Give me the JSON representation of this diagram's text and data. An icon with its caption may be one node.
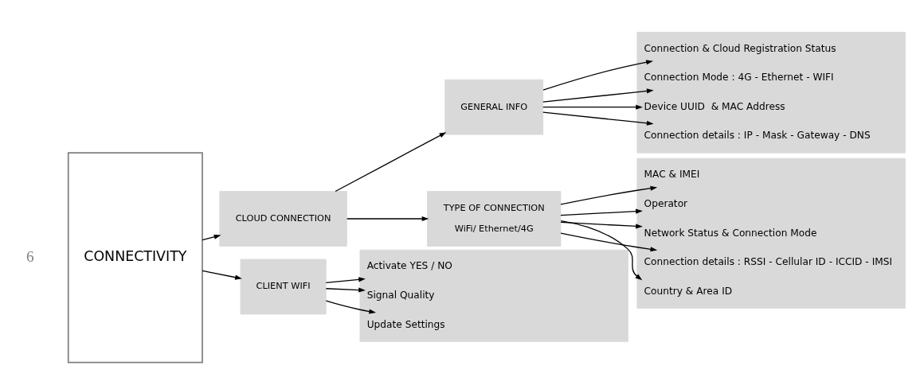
{
  "diagram": {
    "nodes": [
      {
        "text": [
          "CONNECTIVITY"
        ],
        "beside": [
          "6"
        ]
      },
      {
        "text": [
          "CLOUD CONNECTION"
        ]
      },
      {
        "text": [
          "GENERAL INFO"
        ]
      },
      {
        "text": [],
        "shape": "box"
      },
      {
        "text": [
          "Connection & Cloud Registration Status"
        ],
        "in": 3
      },
      {
        "text": [
          "Connection Mode : 4G - Ethernet - WIFI"
        ],
        "in": 3
      },
      {
        "text": [
          "Device UUID  & MAC Address"
        ],
        "in": 3
      },
      {
        "text": [
          "Connection details : IP - Mask - Gateway - DNS"
        ],
        "in": 3
      },
      {
        "text": [
          "TYPE OF CONNECTION",
          "WiFi/ Ethernet/4G"
        ]
      },
      {
        "text": [],
        "shape": "box"
      },
      {
        "text": [
          "MAC & IMEI"
        ],
        "in": 9
      },
      {
        "text": [
          "Operator"
        ],
        "in": 9
      },
      {
        "text": [
          "Network Status & Connection Mode"
        ],
        "in": 9
      },
      {
        "text": [
          "Connection details : RSSI - Cellular ID - ICCID - IMSI"
        ],
        "in": 9
      },
      {
        "text": [
          "Country & Area ID"
        ],
        "in": 9
      },
      {
        "text": [
          "CLIENT WIFI"
        ]
      },
      {
        "text": [],
        "shape": "box"
      },
      {
        "text": [
          "Activate YES / NO"
        ],
        "in": 16
      },
      {
        "text": [
          "Signal Quality"
        ],
        "in": 16
      },
      {
        "text": [
          "Update Settings"
        ],
        "in": 16
      }
    ],
    "edges": [
      {
        "from": 0,
        "to": 1,
        "arrow": "to"
      },
      {
        "from": 0,
        "to": 15,
        "arrow": "to"
      },
      {
        "from": 1,
        "to": 2,
        "arrow": "to"
      },
      {
        "from": 1,
        "to": 8,
        "arrow": "to"
      },
      {
        "from": 2,
        "to": 4,
        "arrow": "to"
      },
      {
        "from": 2,
        "to": 5,
        "arrow": "to"
      },
      {
        "from": 2,
        "to": 6,
        "arrow": "to"
      },
      {
        "from": 2,
        "to": 7,
        "arrow": "to"
      },
      {
        "from": 8,
        "to": 10,
        "arrow": "to"
      },
      {
        "from": 8,
        "to": 11,
        "arrow": "to"
      },
      {
        "from": 8,
        "to": 12,
        "arrow": "to"
      },
      {
        "from": 8,
        "to": 13,
        "arrow": "to"
      },
      {
        "from": 8,
        "to": 14,
        "arrow": "to"
      },
      {
        "from": 15,
        "to": 17,
        "arrow": "to"
      },
      {
        "from": 15,
        "to": 18,
        "arrow": "to"
      },
      {
        "from": 15,
        "to": 19,
        "arrow": "to"
      }
    ]
  }
}
